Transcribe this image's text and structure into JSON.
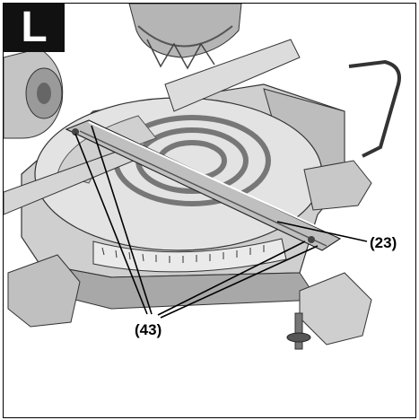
{
  "figure": {
    "badge_letter": "L",
    "callouts": {
      "fence_extension": "(23)",
      "fastening_screws": "(43)"
    }
  },
  "colors": {
    "frame": "#000000",
    "badge_bg": "#111111",
    "badge_text": "#ffffff",
    "machine_light": "#d9d9d9",
    "machine_mid": "#a9a9a9",
    "machine_dark": "#5a5a5a"
  },
  "icons": [
    "miter-saw-illustration"
  ]
}
